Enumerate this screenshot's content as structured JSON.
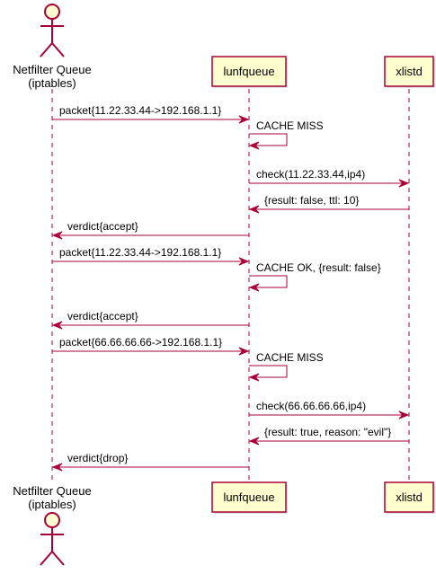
{
  "participants": [
    {
      "id": "nfq",
      "kind": "actor",
      "name_line1": "Netfilter Queue",
      "name_line2": "(iptables)"
    },
    {
      "id": "lunf",
      "kind": "box",
      "name": "lunfqueue"
    },
    {
      "id": "xlistd",
      "kind": "box",
      "name": "xlistd"
    }
  ],
  "messages": [
    {
      "from": "nfq",
      "to": "lunf",
      "label": "packet{11.22.33.44->192.168.1.1}"
    },
    {
      "from": "lunf",
      "to": "lunf",
      "label": "CACHE MISS"
    },
    {
      "from": "lunf",
      "to": "xlistd",
      "label": "check(11.22.33.44,ip4)"
    },
    {
      "from": "xlistd",
      "to": "lunf",
      "label": "{result: false, ttl: 10}"
    },
    {
      "from": "lunf",
      "to": "nfq",
      "label": "verdict{accept}"
    },
    {
      "from": "nfq",
      "to": "lunf",
      "label": "packet{11.22.33.44->192.168.1.1}"
    },
    {
      "from": "lunf",
      "to": "lunf",
      "label": "CACHE OK, {result: false}"
    },
    {
      "from": "lunf",
      "to": "nfq",
      "label": "verdict{accept}"
    },
    {
      "from": "nfq",
      "to": "lunf",
      "label": "packet{66.66.66.66->192.168.1.1}"
    },
    {
      "from": "lunf",
      "to": "lunf",
      "label": "CACHE MISS"
    },
    {
      "from": "lunf",
      "to": "xlistd",
      "label": "check(66.66.66.66,ip4)"
    },
    {
      "from": "xlistd",
      "to": "lunf",
      "label": "{result: true, reason: \"evil\"}"
    },
    {
      "from": "lunf",
      "to": "nfq",
      "label": "verdict{drop}"
    }
  ],
  "colors": {
    "line": "#A80036",
    "box_fill": "#FEFECE",
    "box_stroke": "#A80036",
    "text": "#000000"
  }
}
